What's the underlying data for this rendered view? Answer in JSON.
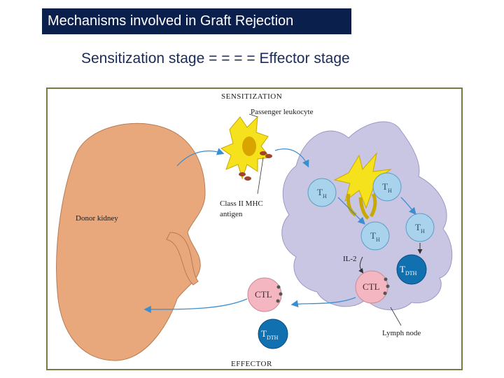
{
  "header": {
    "title": "Mechanisms involved in Graft Rejection",
    "subtitle": "Sensitization stage = = = = Effector stage"
  },
  "figure": {
    "stage_top": "SENSITIZATION",
    "stage_bottom": "EFFECTOR",
    "passenger_leukocyte": "Passenger leukocyte",
    "donor_kidney": "Donor kidney",
    "mhc_line1": "Class II MHC",
    "mhc_line2": "antigen",
    "il2": "IL-2",
    "lymph_node": "Lymph node",
    "cells": {
      "th_main": "T",
      "th_sub": "H",
      "ctl": "CTL",
      "tdth_main": "T",
      "tdth_sub": "DTH"
    }
  },
  "colors": {
    "title_bg": "#0b1f4d",
    "kidney": "#e8a87c",
    "lymph_node": "#c9c6e4",
    "th_cell": "#a9d3ec",
    "ctl_cell": "#f4b6c0",
    "tdth_cell": "#1170b0",
    "dendritic_cell": "#f5e21c",
    "arrow": "#3b8fd0"
  }
}
